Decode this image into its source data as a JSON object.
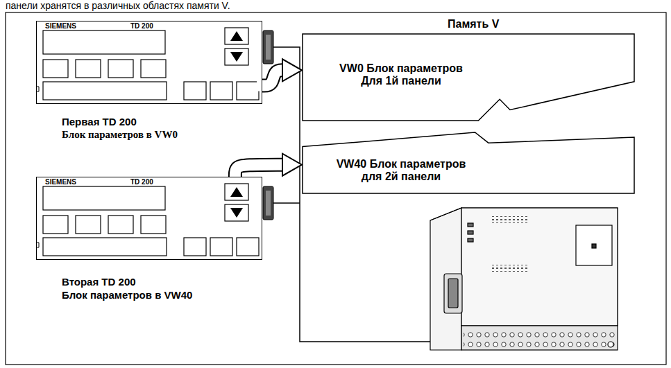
{
  "diagram": {
    "nodes": [
      {
        "text": [
          "SIEMENS",
          "TD 200",
          "Первая TD 200",
          "Блок параметров в VW0"
        ]
      },
      {
        "text": [
          "SIEMENS",
          "TD 200",
          "Вторая TD 200",
          "Блок параметров в VW40"
        ]
      },
      {
        "text": [
          "Память V",
          "VW0 Блок параметров Для 1й панели"
        ]
      },
      {
        "text": [
          "VW40 Блок параметров для 2й панели"
        ]
      }
    ],
    "edges": [
      {
        "from": 0,
        "to": 2,
        "arrow": "to"
      },
      {
        "from": 1,
        "to": 3,
        "arrow": "to"
      }
    ],
    "labels": [
      "панели хранятся в различных областях памяти V."
    ]
  }
}
